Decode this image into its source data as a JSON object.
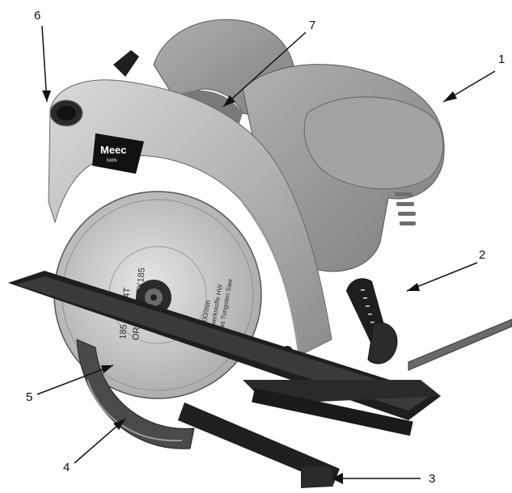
{
  "brand": {
    "name": "Meec",
    "sub": "tools"
  },
  "blade": {
    "line1": "185 x 20 24T",
    "line2": "OR WOOD TX185",
    "spec_line1": "MAX 7000/min",
    "spec_line2": "Schneidwerkstoffe HW",
    "spec_line3": "Bearbetas Tungsten Saw"
  },
  "callouts": [
    {
      "number": "1"
    },
    {
      "number": "2"
    },
    {
      "number": "3"
    },
    {
      "number": "4"
    },
    {
      "number": "5"
    },
    {
      "number": "6"
    },
    {
      "number": "7"
    }
  ],
  "colors": {
    "housing": "#b8b8b8",
    "housing_dark": "#8a8a8a",
    "blade": "#cfcfcf",
    "base_plate": "#1e1e1e",
    "motor": "#9c9c9c"
  }
}
